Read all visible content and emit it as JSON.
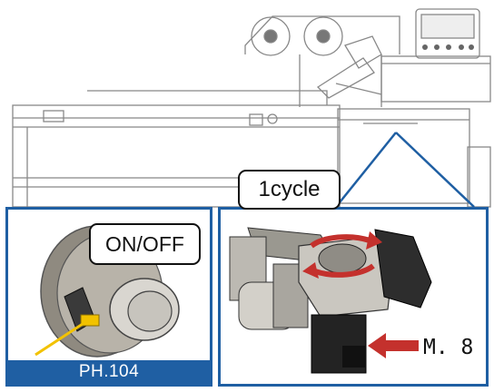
{
  "sensor_panel": {
    "callout": "ON/OFF",
    "caption": "PH.104"
  },
  "drive_panel": {
    "callout": "1cycle",
    "motor_label": "M. 8"
  },
  "colors": {
    "frame_blue": "#1f5fa3",
    "arrow_red": "#c4312d",
    "sensor_yellow": "#f2c200",
    "line_gray": "#777777"
  }
}
